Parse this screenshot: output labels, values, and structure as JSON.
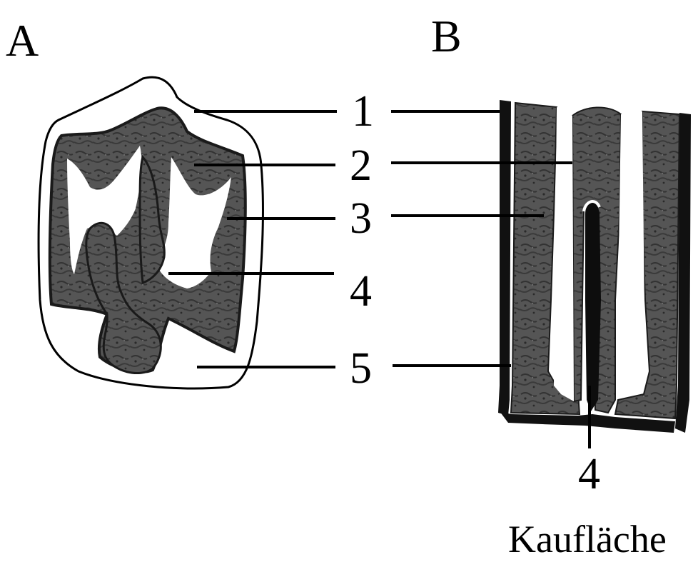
{
  "panels": {
    "a": "A",
    "b": "B"
  },
  "labels": [
    "1",
    "2",
    "3",
    "4",
    "5"
  ],
  "bottom_label": "4",
  "caption": "Kaufläche",
  "colors": {
    "ink": "#000000",
    "tissue": "#4d4d4d",
    "tissue_dark": "#2e2e2e",
    "paper": "#ffffff"
  }
}
